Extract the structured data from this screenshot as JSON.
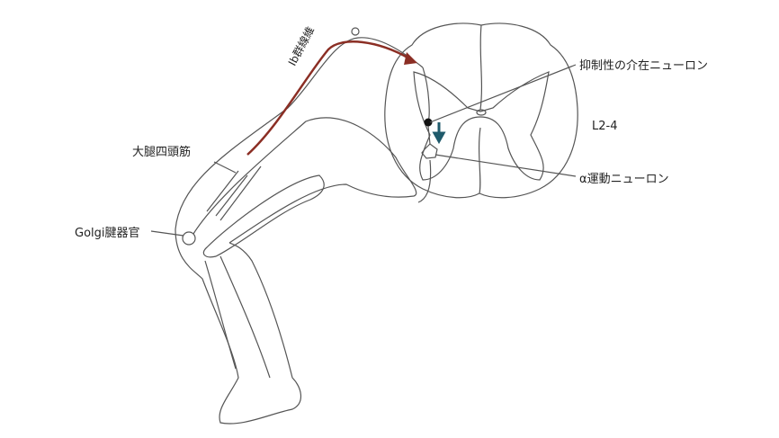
{
  "labels": {
    "fiber": "Ib群線維",
    "inhibitory_interneuron": "抑制性の介在ニューロン",
    "segment": "L2-4",
    "alpha_motor_neuron": "α運動ニューロン",
    "quadriceps": "大腿四頭筋",
    "golgi_tendon_organ": "Golgi腱器官"
  },
  "colors": {
    "fiber": "#8b2e24",
    "inhibition_arrow": "#1f5a6b",
    "outline": "#555555"
  }
}
